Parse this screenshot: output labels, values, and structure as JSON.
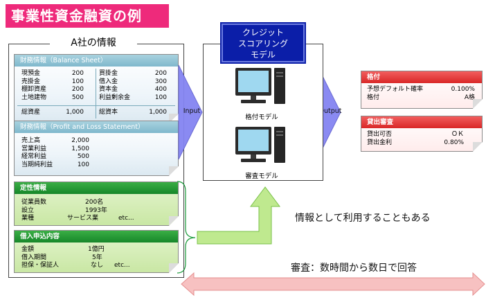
{
  "title": "事業性資金融資の例",
  "company": {
    "frame_title": "A社の情報",
    "financial": {
      "header": "財務情報（Balance Sheet）",
      "left": [
        {
          "label": "現預金",
          "value": "200"
        },
        {
          "label": "売掛金",
          "value": "100"
        },
        {
          "label": "棚卸資産",
          "value": "200"
        },
        {
          "label": "土地建物",
          "value": "500"
        }
      ],
      "right": [
        {
          "label": "買掛金",
          "value": "200"
        },
        {
          "label": "借入金",
          "value": "300"
        },
        {
          "label": "資本金",
          "value": "400"
        },
        {
          "label": "利益剰余金",
          "value": "100"
        }
      ],
      "total_left": {
        "label": "総資産",
        "value": "1,000"
      },
      "total_right": {
        "label": "総資本",
        "value": "1,000"
      }
    },
    "pl": {
      "header": "財務情報（Profit and Loss Statement）",
      "rows": [
        {
          "label": "売上高",
          "value": "2,000"
        },
        {
          "label": "営業利益",
          "value": "1,500"
        },
        {
          "label": "経常利益",
          "value": "500"
        },
        {
          "label": "当期純利益",
          "value": "100"
        }
      ]
    },
    "qualitative": {
      "header": "定性情報",
      "rows": [
        {
          "label": "従業員数",
          "value": "200名",
          "extra": ""
        },
        {
          "label": "設立",
          "value": "1993年",
          "extra": ""
        },
        {
          "label": "業種",
          "value": "サービス業",
          "extra": "etc..."
        }
      ]
    },
    "loan_request": {
      "header": "借入申込内容",
      "rows": [
        {
          "label": "金額",
          "value": "1億円",
          "extra": ""
        },
        {
          "label": "借入期間",
          "value": "5年",
          "extra": ""
        },
        {
          "label": "担保・保証人",
          "value": "なし",
          "extra": "etc..."
        }
      ]
    }
  },
  "model": {
    "title_lines": [
      "クレジット",
      "スコアリング",
      "モデル"
    ],
    "rating_model": "格付モデル",
    "review_model": "審査モデル"
  },
  "input_label": "Input",
  "output_label": "Output",
  "results": {
    "rating": {
      "header": "格付",
      "rows": [
        {
          "label": "予想デフォルト確率",
          "value": "0.100%"
        },
        {
          "label": "格付",
          "value": "A格"
        }
      ]
    },
    "review": {
      "header": "貸出審査",
      "rows": [
        {
          "label": "貸出可否",
          "value": "ＯＫ"
        },
        {
          "label": "貸出金利",
          "value": "0.80%"
        }
      ]
    }
  },
  "feedback_caption": "情報として利用することもある",
  "timeline_caption": "審査：数時間から数日で回答",
  "colors": {
    "title_bg": "#ee2a7b",
    "model_title_bg": "#0b1ea8",
    "arrow_blue": "#8080f0",
    "green_arrow": "#b8e986",
    "red_arrow": "#f5b3b3"
  }
}
